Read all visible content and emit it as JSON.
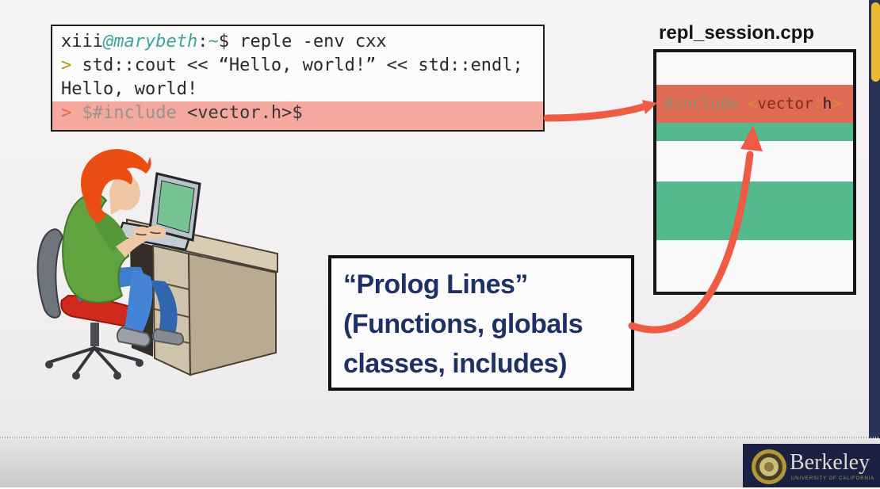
{
  "terminal": {
    "l1_user": "xiii",
    "l1_host": "@marybeth",
    "l1_colon": ":",
    "l1_tilde": "~",
    "l1_dollar": "$",
    "l1_cmd": " reple -env cxx",
    "l2_prompt": ">",
    "l2_code": " std::cout << “Hello, world!” << std::endl;",
    "l3_output": "Hello, world!",
    "l4_prompt": ">",
    "l4_gray": " $#include",
    "l4_dark": " <vector.h>$"
  },
  "file_panel": {
    "title": "repl_session.cpp",
    "inc_directive": "#include",
    "inc_open": " <",
    "inc_name": "vector",
    "inc_dot": ".",
    "inc_h": "h",
    "inc_close": ">"
  },
  "callout": {
    "line1": "“Prolog Lines”",
    "line2": "(Functions, globals",
    "line3": "classes, includes)"
  },
  "watermark": {
    "brand": "Berkeley",
    "subtitle": "UNIVERSITY OF CALIFORNIA"
  },
  "colors": {
    "arrow": "#ef5a45",
    "stripe_red": "#e06b55",
    "stripe_green": "#54b98c",
    "terminal_highlight": "#f5a99e",
    "callout_text": "#1d3166",
    "gold_strip": "#edba33",
    "watermark_bg": "#1b2142"
  }
}
